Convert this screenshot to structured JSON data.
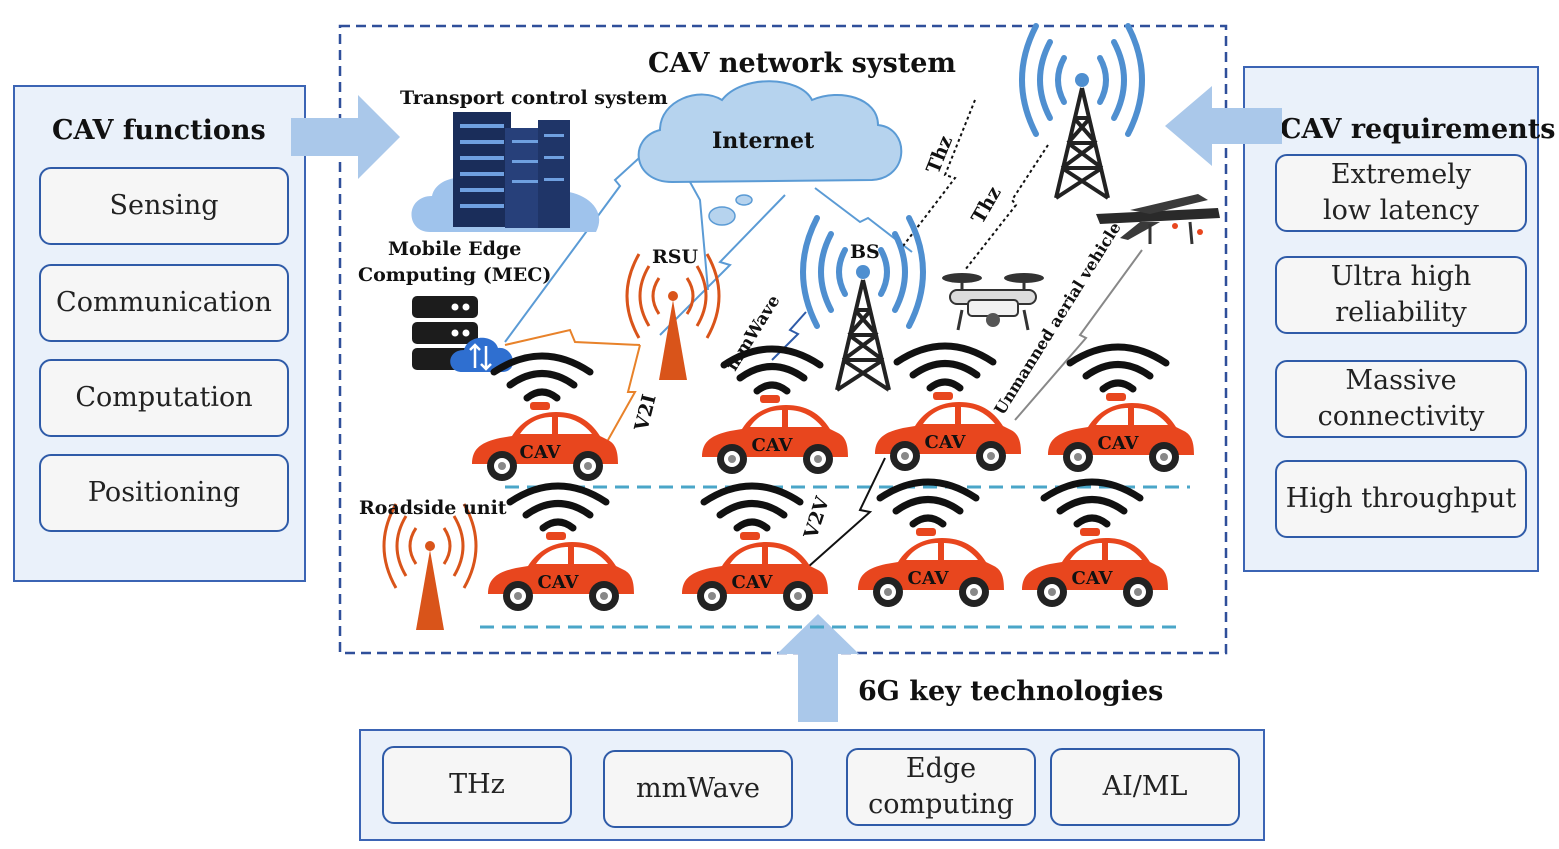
{
  "functions": {
    "title": "CAV functions",
    "items": [
      "Sensing",
      "Communication",
      "Computation",
      "Positioning"
    ]
  },
  "requirements": {
    "title": "CAV requirements",
    "items": [
      "Extremely low latency",
      "Ultra high reliability",
      "Massive connectivity",
      "High throughput"
    ]
  },
  "technologies": {
    "title": "6G key technologies",
    "items": [
      "THz",
      "mmWave",
      "Edge computing",
      "AI/ML"
    ]
  },
  "network": {
    "title": "CAV network system",
    "transport": "Transport control system",
    "internet": "Internet",
    "mec_line1": "Mobile Edge",
    "mec_line2": "Computing (MEC)",
    "rsu": "RSU",
    "bs": "BS",
    "thz_1": "Thz",
    "thz_2": "Thz",
    "mmwave": "mmWave",
    "v2i": "V2I",
    "v2v": "V2V",
    "uav": "Unmanned aerial vehicle",
    "roadside": "Roadside unit",
    "car_label": "CAV"
  },
  "colors": {
    "panel_border": "#3b64b4",
    "panel_fill": "#eaf1fa",
    "car": "#e8461e",
    "tower_orange": "#d9541a",
    "signal_blue": "#4f8fd0",
    "lane": "#4aa6c8",
    "arrow": "#aac8ea"
  }
}
